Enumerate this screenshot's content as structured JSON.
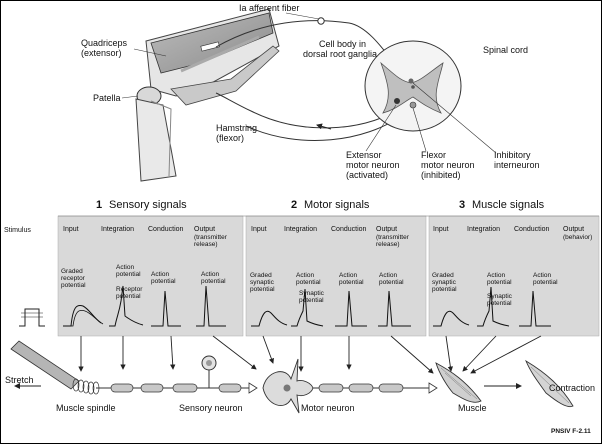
{
  "top_labels": {
    "afferent": "Ia afferent fiber",
    "quadriceps_1": "Quadriceps",
    "quadriceps_2": "(extensor)",
    "cell_body_1": "Cell body in",
    "cell_body_2": "dorsal root ganglia",
    "spinal_cord": "Spinal cord",
    "patella": "Patella",
    "hamstring_1": "Hamstring",
    "hamstring_2": "(flexor)",
    "extensor_1": "Extensor",
    "extensor_2": "motor neuron",
    "extensor_3": "(activated)",
    "flexor_1": "Flexor",
    "flexor_2": "motor neuron",
    "flexor_3": "(inhibited)",
    "inhibitory_1": "Inhibitory",
    "inhibitory_2": "interneuron"
  },
  "sections": [
    {
      "num": "1",
      "title": "Sensory signals"
    },
    {
      "num": "2",
      "title": "Motor signals"
    },
    {
      "num": "3",
      "title": "Muscle signals"
    }
  ],
  "stimulus_label": "Stimulus",
  "panel1": {
    "input": "Input",
    "integration": "Integration",
    "conduction": "Conduction",
    "output_1": "Output",
    "output_2": "(transmitter",
    "output_3": "release)",
    "graded_1": "Graded",
    "graded_2": "receptor",
    "graded_3": "potential",
    "ap_top_1": "Action",
    "ap_top_2": "potential",
    "rp_1": "Receptor",
    "rp_2": "potential",
    "cond_1": "Action",
    "cond_2": "potential",
    "out_ap_1": "Action",
    "out_ap_2": "potential"
  },
  "panel2": {
    "input": "Input",
    "integration": "Integration",
    "conduction": "Conduction",
    "output_1": "Output",
    "output_2": "(transmitter",
    "output_3": "release)",
    "graded_1": "Graded",
    "graded_2": "synaptic",
    "graded_3": "potential",
    "ap_1": "Action",
    "ap_2": "potential",
    "sp_1": "Synaptic",
    "sp_2": "potential",
    "cond_1": "Action",
    "cond_2": "potential",
    "out_1": "Action",
    "out_2": "potential"
  },
  "panel3": {
    "input": "Input",
    "integration": "Integration",
    "conduction": "Conduction",
    "output_1": "Output",
    "output_2": "(behavior)",
    "graded_1": "Graded",
    "graded_2": "synaptic",
    "graded_3": "potential",
    "ap_1": "Action",
    "ap_2": "potential",
    "sp_1": "Synaptic",
    "sp_2": "potential",
    "cond_1": "Action",
    "cond_2": "potential"
  },
  "bottom_labels": {
    "stretch": "Stretch",
    "muscle_spindle": "Muscle spindle",
    "sensory_neuron": "Sensory neuron",
    "motor_neuron": "Motor neuron",
    "muscle": "Muscle",
    "contraction": "Contraction"
  },
  "figure_id": "PNSIV F-2.11"
}
